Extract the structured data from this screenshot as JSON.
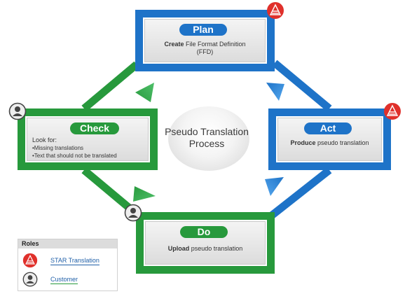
{
  "center": {
    "line1": "Pseudo Translation",
    "line2": "Process"
  },
  "plan": {
    "label": "Plan",
    "text_bold": "Create",
    "text_rest": " File Format Definition",
    "text_line2": "(FFD)"
  },
  "act": {
    "label": "Act",
    "text_bold": "Produce",
    "text_rest": " pseudo translation"
  },
  "check": {
    "label": "Check",
    "lookfor": "Look for:",
    "items": [
      "•Missing translations",
      "•Text that should not be translated"
    ]
  },
  "do": {
    "label": "Do",
    "text_bold": "Upload",
    "text_rest": " pseudo translation"
  },
  "legend": {
    "title": "Roles",
    "items": [
      {
        "label": "STAR Translation",
        "icon": "star-logo-icon"
      },
      {
        "label": "Customer",
        "icon": "person-icon"
      }
    ]
  },
  "colors": {
    "blue": "#1e73c8",
    "green": "#27993c",
    "red": "#e0302b"
  }
}
